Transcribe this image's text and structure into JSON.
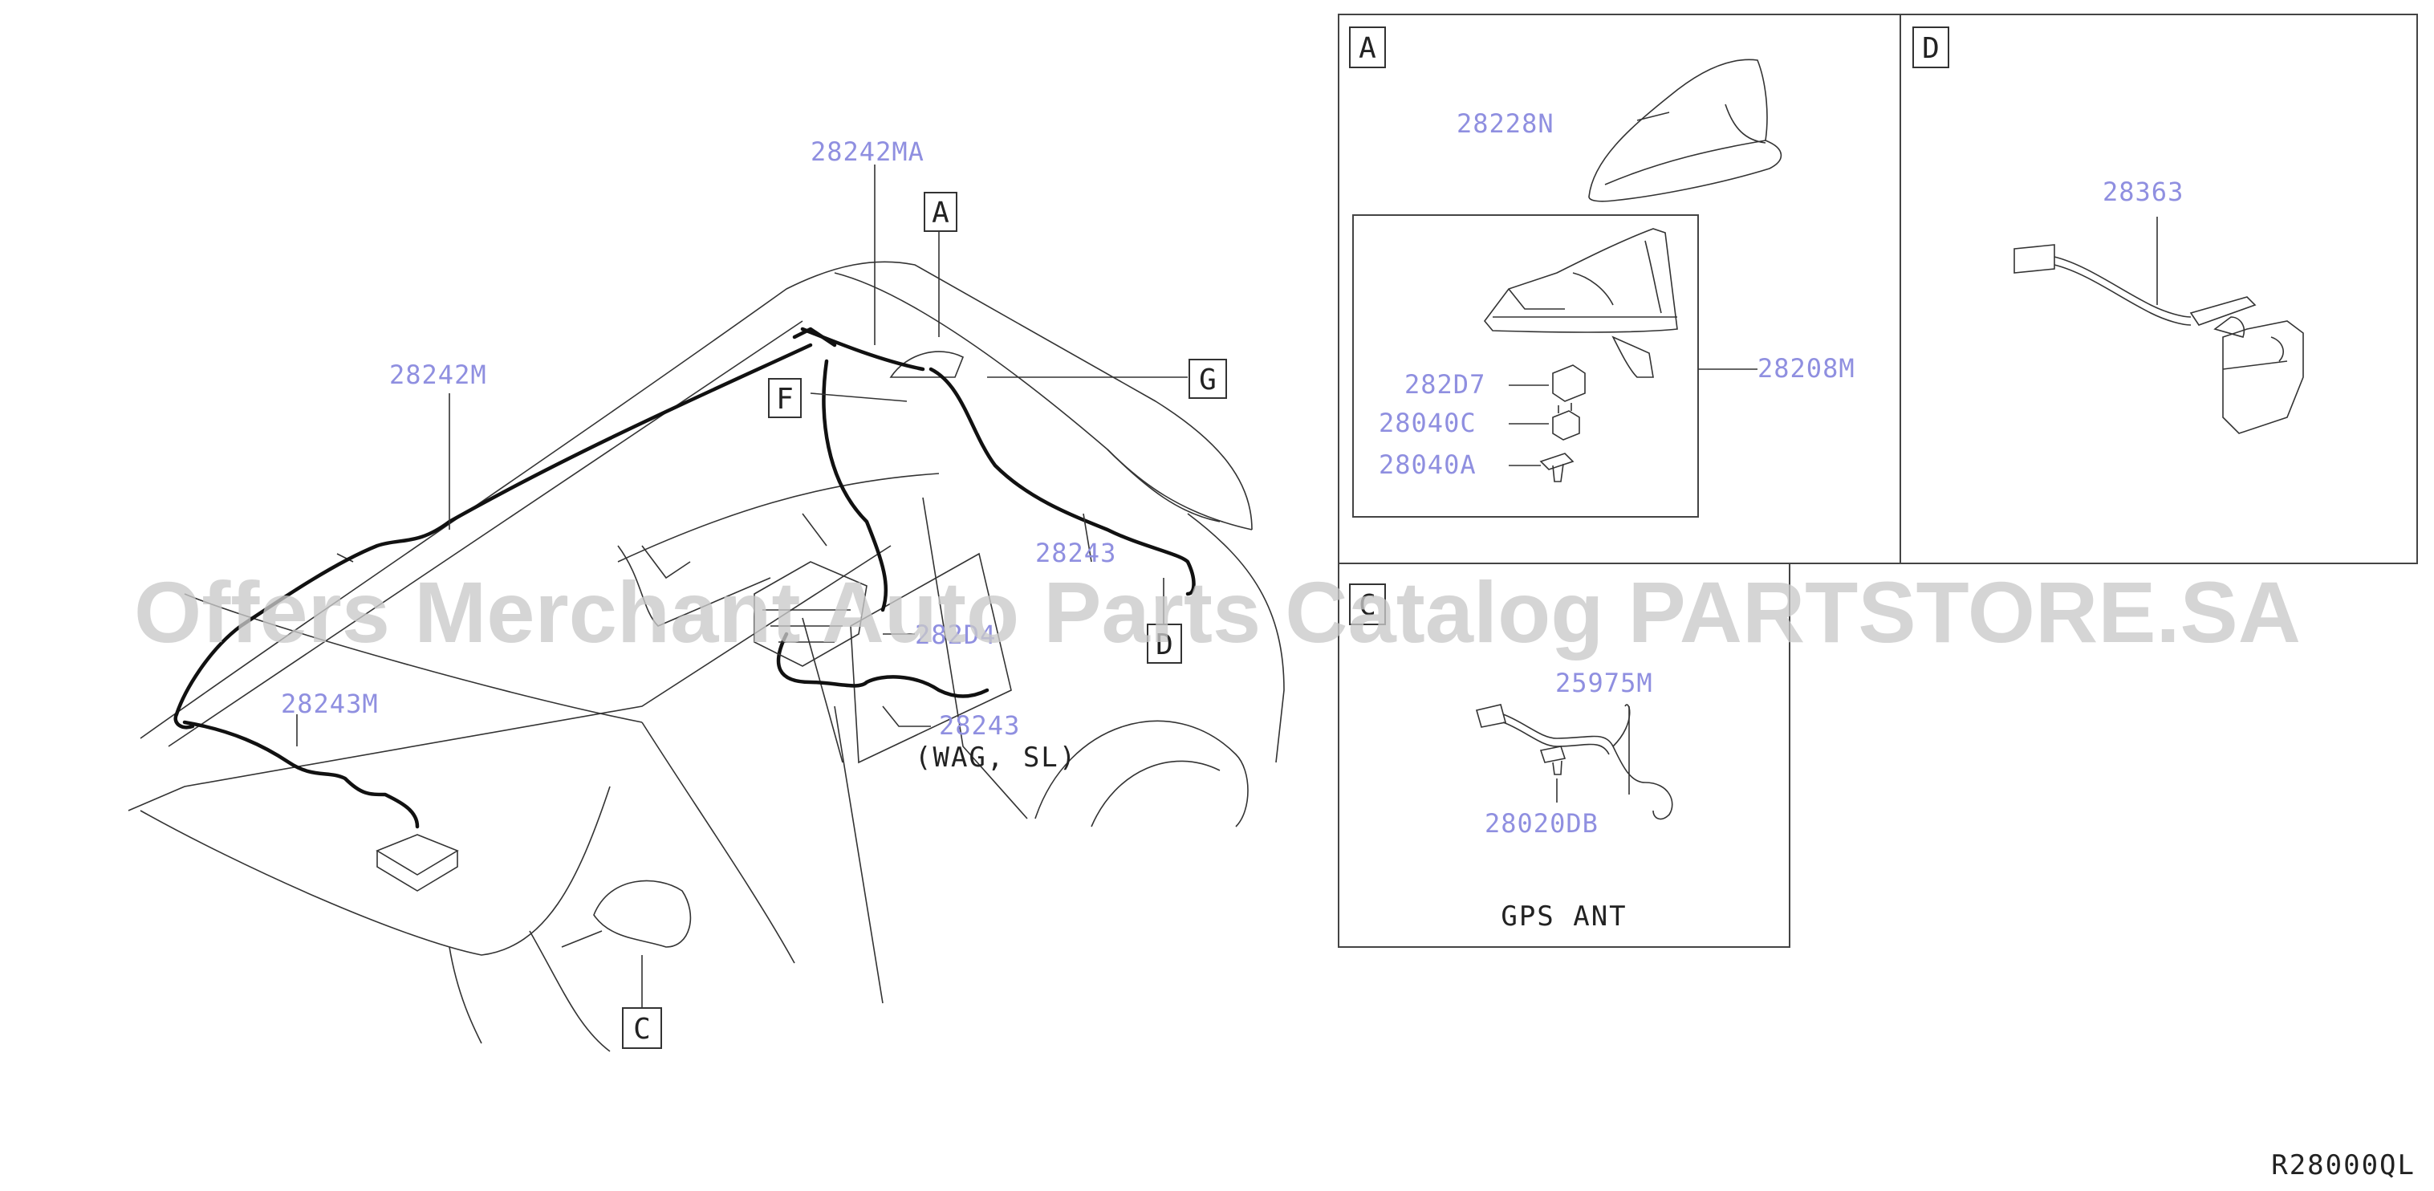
{
  "parts": {
    "p28242MA": "28242MA",
    "p28242M": "28242M",
    "p28243_main": "28243",
    "p28243M": "28243M",
    "p282D4": "282D4",
    "p28243_wag": "28243",
    "wag_sl": "(WAG, SL)",
    "p28228N": "28228N",
    "p28208M": "28208M",
    "p282D7": "282D7",
    "p28040C": "28040C",
    "p28040A": "28040A",
    "p28363": "28363",
    "p25975M": "25975M",
    "p28020DB": "28020DB"
  },
  "callouts": {
    "A": "A",
    "C": "C",
    "D": "D",
    "F": "F",
    "G": "G"
  },
  "panels": {
    "A": "A",
    "D": "D",
    "C": "C",
    "gps_caption": "GPS ANT"
  },
  "diagram_code": "R28000QL",
  "watermark": "Offers Merchant Auto Parts Catalog PARTSTORE.SA"
}
